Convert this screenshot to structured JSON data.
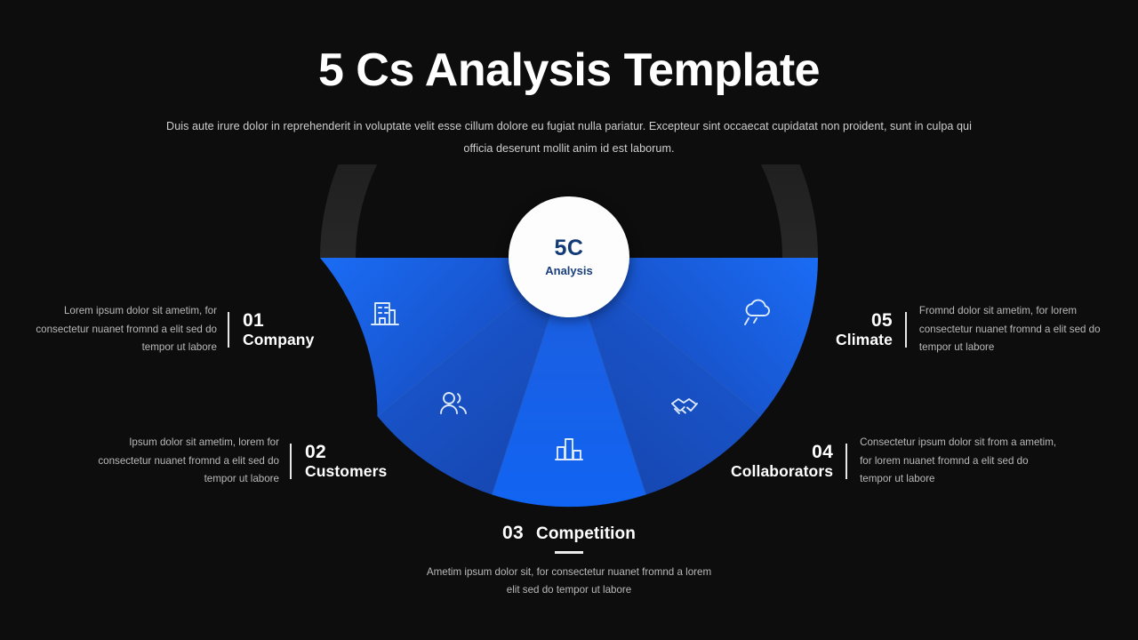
{
  "header": {
    "title": "5 Cs Analysis Template",
    "subtitle": "Duis aute irure dolor in reprehenderit in voluptate velit esse cillum dolore eu fugiat nulla pariatur. Excepteur sint occaecat cupidatat non proident, sunt in culpa qui officia deserunt mollit anim id est laborum."
  },
  "hub": {
    "main": "5C",
    "sub": "Analysis"
  },
  "colors": {
    "background": "#0d0d0d",
    "segment_light": "#1060ee",
    "segment_dark": "#1748b8",
    "hub_bg": "#fdfdfd",
    "hub_text": "#123a77",
    "rule": "#e8e8e8",
    "text_primary": "#ffffff",
    "text_muted": "#b9b9b9"
  },
  "items": [
    {
      "number": "01",
      "name": "Company",
      "icon": "office-building-icon",
      "description": "Lorem ipsum dolor sit ametim, for consectetur nuanet fromnd a elit sed do tempor ut labore"
    },
    {
      "number": "02",
      "name": "Customers",
      "icon": "users-icon",
      "description": "Ipsum dolor sit ametim, lorem for consectetur nuanet fromnd a elit sed do tempor ut labore"
    },
    {
      "number": "03",
      "name": "Competition",
      "icon": "bar-chart-icon",
      "description": "Ametim ipsum dolor sit, for consectetur nuanet fromnd a lorem elit sed do tempor ut labore"
    },
    {
      "number": "04",
      "name": "Collaborators",
      "icon": "handshake-icon",
      "description": "Consectetur ipsum dolor sit from a ametim, for lorem nuanet fromnd a elit sed do tempor ut labore"
    },
    {
      "number": "05",
      "name": "Climate",
      "icon": "cloud-rain-icon",
      "description": "Fromnd dolor sit ametim, for lorem consectetur nuanet fromnd a elit sed do tempor ut labore"
    }
  ],
  "chart_data": {
    "type": "pie",
    "title": "5 Cs Analysis Template",
    "note": "Half-donut fan: 5 equal 36-degree segments spanning 180 degrees (left to right)",
    "categories": [
      "Company",
      "Customers",
      "Competition",
      "Collaborators",
      "Climate"
    ],
    "values": [
      20,
      20,
      20,
      20,
      20
    ],
    "labels": [
      "01",
      "02",
      "03",
      "04",
      "05"
    ],
    "legend": "outer labels",
    "grid": false
  }
}
